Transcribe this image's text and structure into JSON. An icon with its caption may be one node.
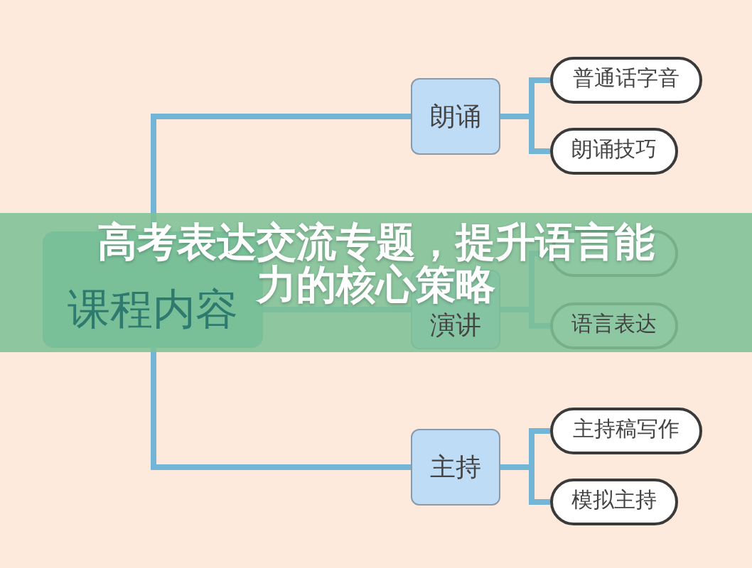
{
  "diagram": {
    "title": "高考表达交流专题，提升语言能力的核心策略",
    "nodes": [
      {
        "text": [
          "课程内容"
        ]
      },
      {
        "text": [
          "朗诵"
        ]
      },
      {
        "text": [
          "普通话字音"
        ]
      },
      {
        "text": [
          "朗诵技巧"
        ]
      },
      {
        "text": [
          "演讲"
        ]
      },
      {
        "text": [],
        "shape": "box"
      },
      {
        "text": [
          "语言表达"
        ]
      },
      {
        "text": [
          "主持"
        ]
      },
      {
        "text": [
          "主持稿写作"
        ]
      },
      {
        "text": [
          "模拟主持"
        ]
      }
    ],
    "edges": [
      {
        "from": 0,
        "to": 1,
        "arrow": "none"
      },
      {
        "from": 1,
        "to": 2,
        "arrow": "none"
      },
      {
        "from": 1,
        "to": 3,
        "arrow": "none"
      },
      {
        "from": 0,
        "to": 4,
        "arrow": "none"
      },
      {
        "from": 4,
        "to": 5,
        "arrow": "none"
      },
      {
        "from": 4,
        "to": 6,
        "arrow": "none"
      },
      {
        "from": 0,
        "to": 7,
        "arrow": "none"
      },
      {
        "from": 7,
        "to": 8,
        "arrow": "none"
      },
      {
        "from": 7,
        "to": 9,
        "arrow": "none"
      }
    ]
  }
}
